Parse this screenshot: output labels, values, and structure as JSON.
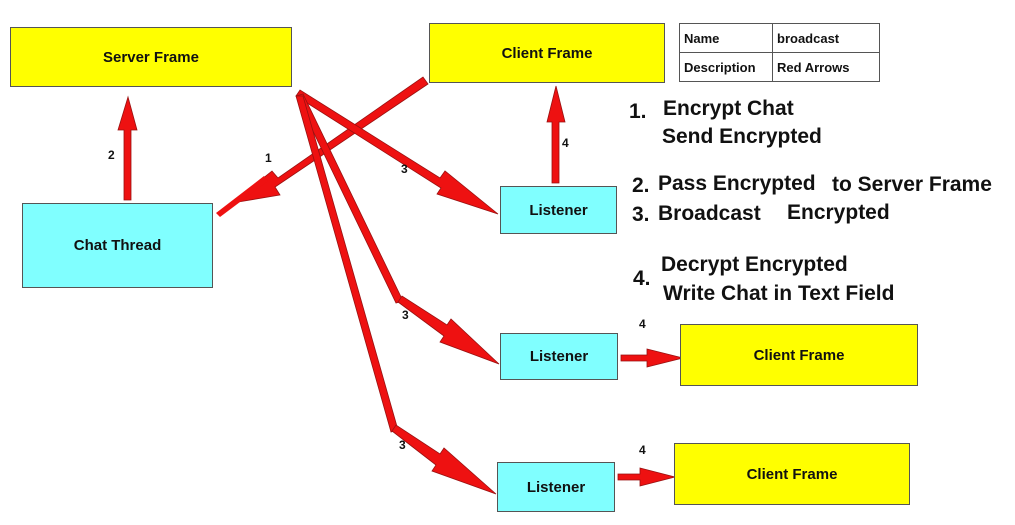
{
  "nodes": {
    "server_frame": "Server Frame",
    "client_frame_top": "Client Frame",
    "chat_thread": "Chat Thread",
    "listener_1": "Listener",
    "listener_2": "Listener",
    "listener_3": "Listener",
    "client_frame_2": "Client Frame",
    "client_frame_3": "Client Frame"
  },
  "edge_labels": {
    "client_to_chat": "1",
    "chat_to_server": "2",
    "server_to_listener_1": "3",
    "server_to_listener_2": "3",
    "server_to_listener_3": "3",
    "listener_1_to_client": "4",
    "listener_2_to_client": "4",
    "listener_3_to_client": "4"
  },
  "legend": {
    "name_key": "Name",
    "name_value": "broadcast",
    "description_key": "Description",
    "description_value": "Red Arrows"
  },
  "steps": {
    "s1_num": "1.",
    "s1_line1": "Encrypt Chat",
    "s1_line2": "Send Encrypted",
    "s2_num": "2.",
    "s2_a": "Pass Encrypted",
    "s2_b": "to Server Frame",
    "s3_num": "3.",
    "s3_a": "Broadcast",
    "s3_b": "Encrypted",
    "s4_num": "4.",
    "s4_line1": "Decrypt Encrypted",
    "s4_line2": "Write Chat in Text Field"
  },
  "colors": {
    "frame": "#ffff00",
    "listener": "#80ffff",
    "arrow": "#ee1111"
  }
}
